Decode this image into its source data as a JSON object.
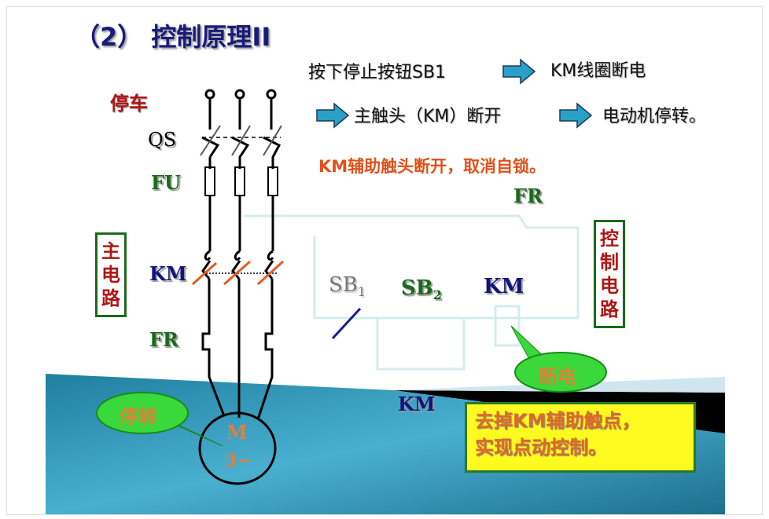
{
  "title": "（2） 控制原理II",
  "steps": {
    "line1_a": "按下停止按钮SB1",
    "line1_b": "KM线圈断电",
    "line2_a": "主触头（KM）断开",
    "line2_b": "电动机停转。",
    "line3": "KM辅助触头断开，取消自锁。"
  },
  "labels": {
    "stop": "停车",
    "qs": "QS",
    "fu": "FU",
    "km_main": "KM",
    "fr_main": "FR",
    "fr_ctrl": "FR",
    "sb1": "SB",
    "sb1_sub": "1",
    "sb2": "SB",
    "sb2_sub": "2",
    "km_ctrl": "KM",
    "km_aux": "KM",
    "motor_m": "M",
    "motor_phase": "3~",
    "main_circuit": "主电路",
    "control_circuit": "控制电路"
  },
  "bubbles": {
    "power_off": "断电",
    "stopped": "停转"
  },
  "note": {
    "line1": "去掉KM辅助触点，",
    "line2": "实现点动控制。"
  },
  "colors": {
    "arrow": "#2aa0c8",
    "note_bg": "#fffb20",
    "bubble": "#3ad83a",
    "wave": "#2a8db0"
  }
}
